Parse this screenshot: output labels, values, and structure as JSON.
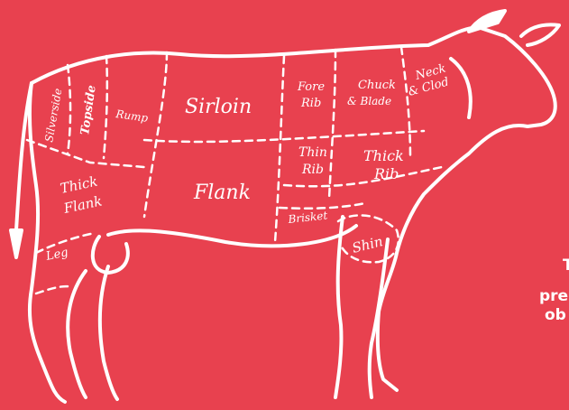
{
  "colors": {
    "background": "#e8414f",
    "outline": "#ffffff"
  },
  "cuts": {
    "silverside": "Silverside",
    "topside": "Topside",
    "rump": "Rump",
    "sirloin": "Sirloin",
    "fore_rib_1": "Fore",
    "fore_rib_2": "Rib",
    "chuck_blade_1": "Chuck",
    "chuck_blade_2": "& Blade",
    "neck_clod_1": "Neck",
    "neck_clod_2": "& Clod",
    "thin_rib_1": "Thin",
    "thin_rib_2": "Rib",
    "thick_rib_1": "Thick",
    "thick_rib_2": "Rib",
    "thick_flank_1": "Thick",
    "thick_flank_2": "Flank",
    "flank": "Flank",
    "brisket": "Brisket",
    "shin": "Shin",
    "leg": "Leg"
  },
  "cropped_text": {
    "line1": "T",
    "line2": "pre",
    "line3": "ob"
  }
}
